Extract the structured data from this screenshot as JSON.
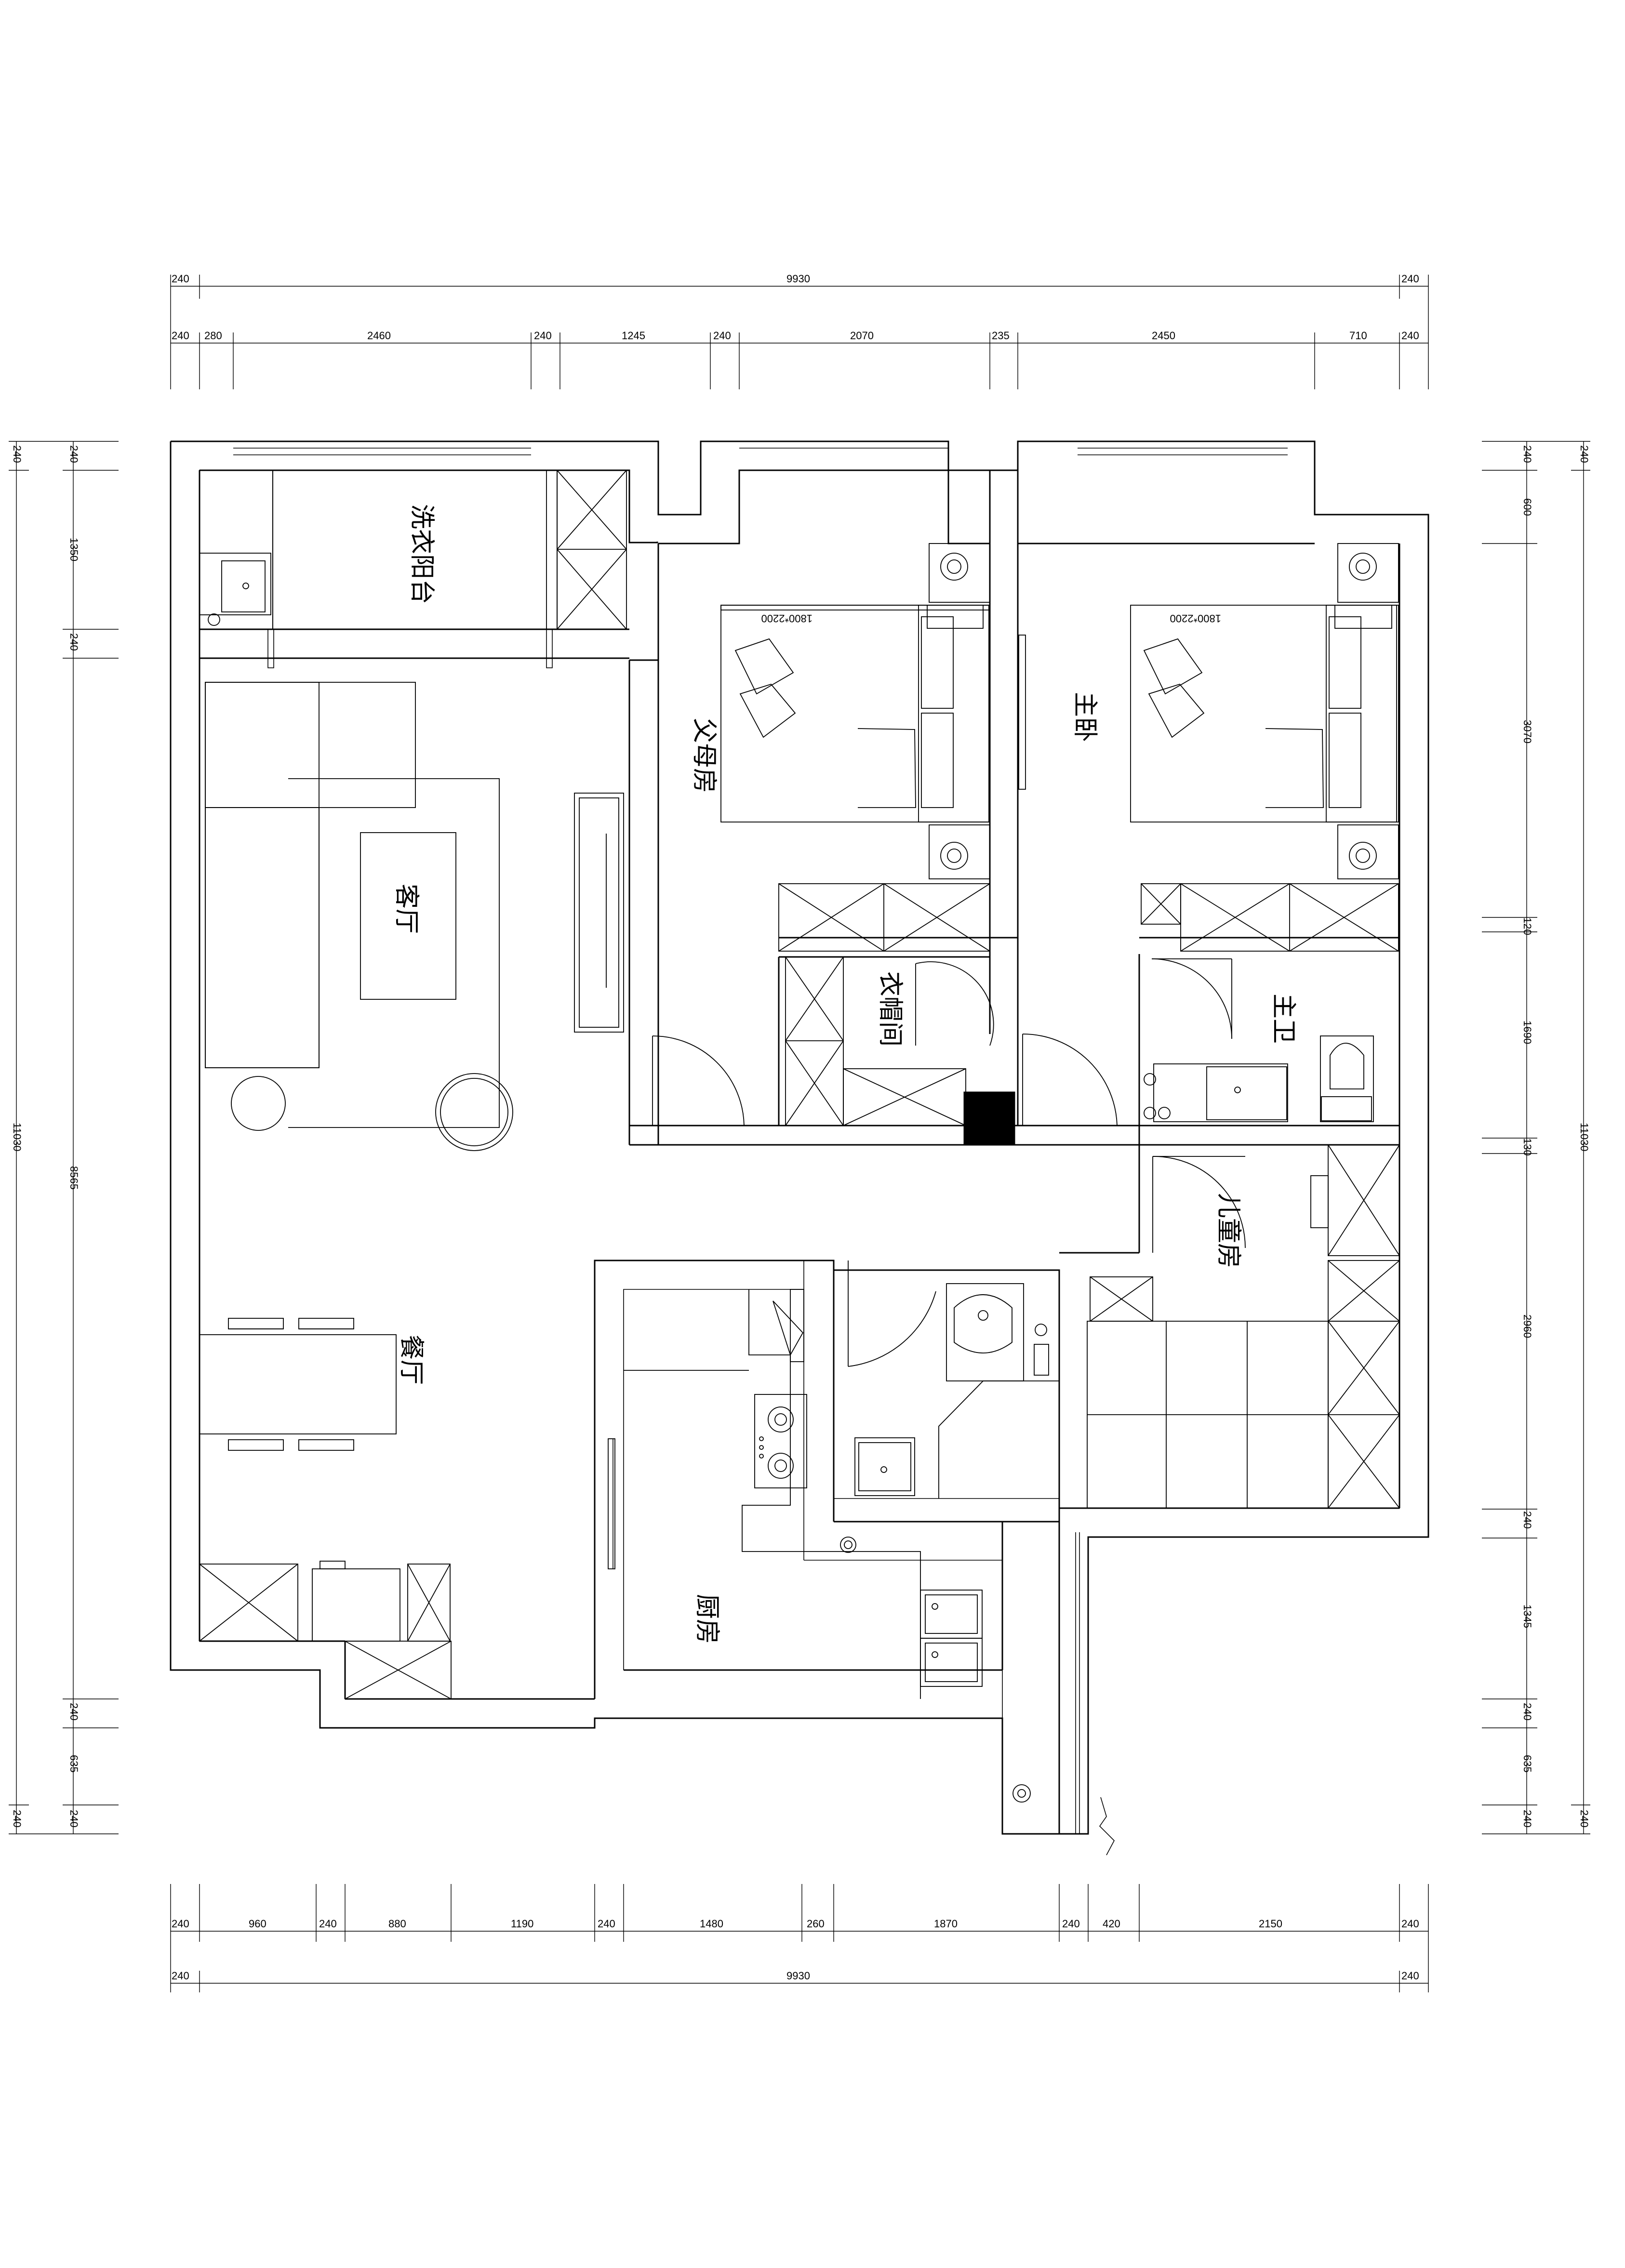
{
  "rooms": {
    "laundry_balcony": "洗衣阳台",
    "living_room": "客厅",
    "parents_room": "父母房",
    "master_bedroom": "主卧",
    "cloakroom": "衣帽间",
    "master_bath": "主卫",
    "kids_room": "儿童房",
    "dining_room": "餐厅",
    "kitchen": "厨房"
  },
  "bed_labels": {
    "parents_bed": "1800*2200",
    "master_bed": "1800*2200"
  },
  "dimensions": {
    "top_overall": [
      "240",
      "9930",
      "240"
    ],
    "top_detail": [
      "240",
      "280",
      "2460",
      "240",
      "1245",
      "240",
      "2070",
      "235",
      "2450",
      "710",
      "240"
    ],
    "bottom_detail": [
      "240",
      "960",
      "240",
      "880",
      "1190",
      "240",
      "1480",
      "260",
      "1870",
      "240",
      "420",
      "2150",
      "240"
    ],
    "bottom_overall": [
      "240",
      "9930",
      "240"
    ],
    "left_outer": [
      "240",
      "11030",
      "240"
    ],
    "left_inner": [
      "240",
      "1350",
      "240",
      "8565",
      "240",
      "635",
      "240"
    ],
    "right_inner": [
      "240",
      "600",
      "3070",
      "120",
      "1690",
      "130",
      "2960",
      "240",
      "1345",
      "240",
      "635",
      "240"
    ],
    "right_outer": [
      "240",
      "11030",
      "240"
    ]
  }
}
